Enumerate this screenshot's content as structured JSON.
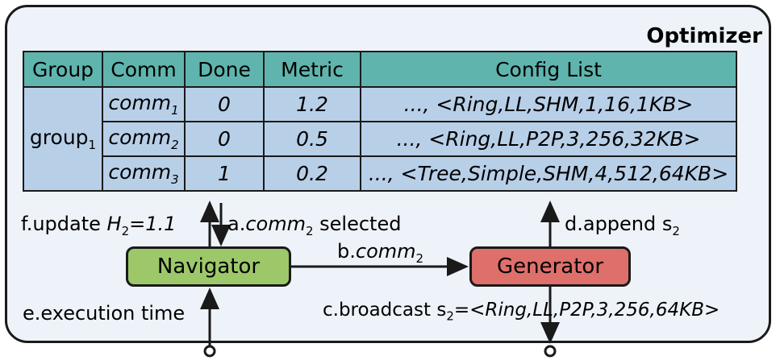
{
  "title": "Optimizer",
  "table": {
    "headers": [
      "Group",
      "Comm",
      "Done",
      "Metric",
      "Config List"
    ],
    "group": "group",
    "group_sub": "1",
    "rows": [
      {
        "comm": "comm",
        "comm_sub": "1",
        "done": "0",
        "metric": "1.2",
        "config": "..., <Ring,LL,SHM,1,16,1KB>"
      },
      {
        "comm": "comm",
        "comm_sub": "2",
        "done": "0",
        "metric": "0.5",
        "config": "..., <Ring,LL,P2P,3,256,32KB>"
      },
      {
        "comm": "comm",
        "comm_sub": "3",
        "done": "1",
        "metric": "0.2",
        "config": "..., <Tree,Simple,SHM,4,512,64KB>"
      }
    ]
  },
  "navigator": "Navigator",
  "generator": "Generator",
  "labels": {
    "f_prefix": "f.update ",
    "f_var": "H",
    "f_sub": "2",
    "f_val": "=1.1",
    "a_prefix": "a.",
    "a_var": "comm",
    "a_sub": "2",
    "a_suffix": " selected",
    "b_prefix": "b.",
    "b_var": "comm",
    "b_sub": "2",
    "d_prefix": "d.append s",
    "d_sub": "2",
    "e": "e.execution time",
    "c_prefix": "c.broadcast s",
    "c_sub": "2",
    "c_val": "=<Ring,LL,P2P,3,256,64KB>"
  }
}
